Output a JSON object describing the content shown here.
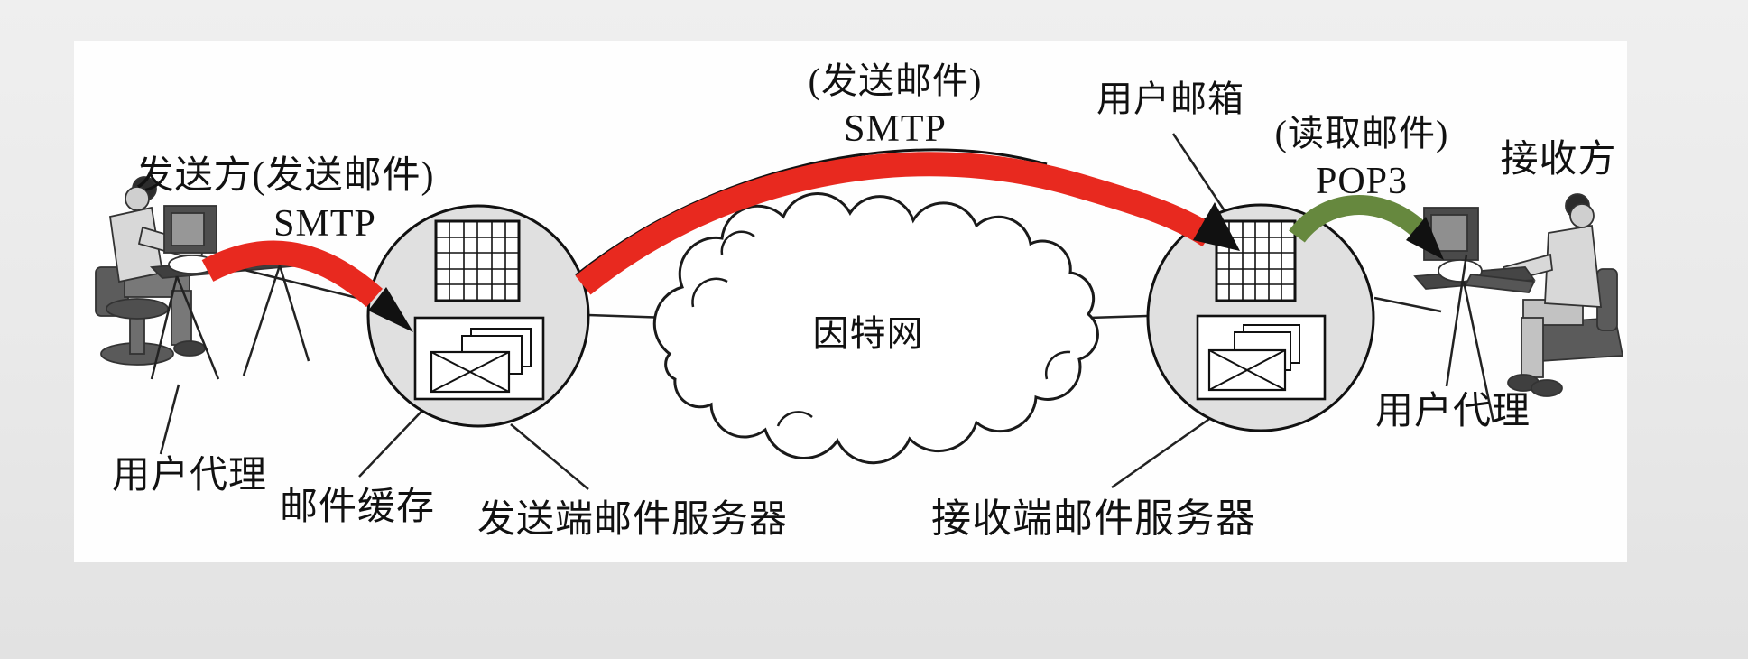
{
  "diagram": {
    "labels": {
      "sender_title": "发送方(发送邮件)",
      "sender_protocol": "SMTP",
      "transfer_note": "(发送邮件)",
      "transfer_protocol": "SMTP",
      "user_mailbox": "用户邮箱",
      "read_note": "(读取邮件)",
      "read_protocol": "POP3",
      "receiver_title": "接收方",
      "user_agent_left": "用户代理",
      "mail_cache": "邮件缓存",
      "sending_server": "发送端邮件服务器",
      "receiving_server": "接收端邮件服务器",
      "user_agent_right": "用户代理",
      "internet": "因特网"
    },
    "colors": {
      "smtp_arrow": "#e8291f",
      "pop3_arrow": "#66883e",
      "server_fill": "#e0e0e0",
      "panel_bg": "#fefefe",
      "page_bg": "#e9e9e9",
      "ink": "#111111"
    },
    "icons": {
      "left_grid": "mail-queue-grid-icon",
      "left_envelopes": "mail-cache-envelopes-icon",
      "right_grid": "user-mailbox-grid-icon",
      "right_envelopes": "mailbox-envelopes-icon",
      "cloud": "internet-cloud-icon"
    }
  }
}
